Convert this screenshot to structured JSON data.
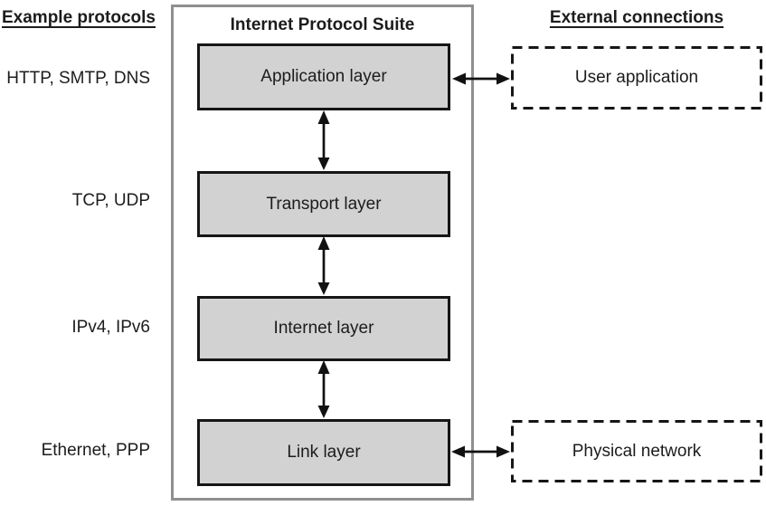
{
  "diagram": {
    "left_header": "Example protocols",
    "title": "Internet Protocol Suite",
    "right_header": "External connections",
    "protocol_labels": [
      "HTTP, SMTP, DNS",
      "TCP, UDP",
      "IPv4, IPv6",
      "Ethernet, PPP"
    ],
    "layers": [
      "Application layer",
      "Transport layer",
      "Internet layer",
      "Link layer"
    ],
    "externals": [
      "User application",
      "Physical network"
    ],
    "colors": {
      "layer_fill": "#d2d2d2",
      "layer_border": "#161616",
      "container_border": "#8f8f8f",
      "dashed_border": "#161616",
      "arrow": "#111111",
      "text": "#1c1c1c",
      "background": "#ffffff"
    }
  }
}
